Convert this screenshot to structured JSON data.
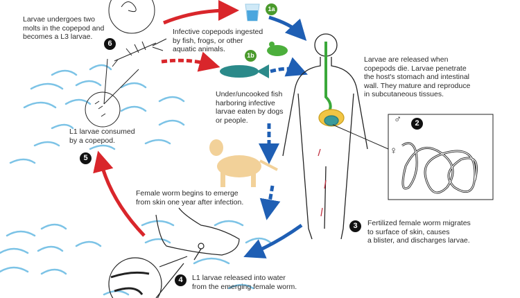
{
  "title": "Guinea worm life cycle",
  "steps": {
    "s6": {
      "num": "6",
      "text": "Larvae undergoes two\nmolts in the copepod and\nbecomes a L3 larvae."
    },
    "s1a": {
      "num": "1a"
    },
    "s1b": {
      "num": "1b"
    },
    "ingest": {
      "text": "Infective copepods ingested\nby fish, frogs, or other\naquatic animals."
    },
    "fish": {
      "text": "Under/uncooked fish\nharboring infective\nlarvae eaten by dogs\nor people."
    },
    "release": {
      "text": "Larvae are released when\ncopepods die. Larvae penetrate\nthe host's stomach and intestinal\nwall.  They mature and reproduce\nin subcutaneous tissues."
    },
    "s2": {
      "num": "2",
      "male": "♂",
      "female": "♀"
    },
    "s1": {
      "text": "L1 larvae consumed\nby a copepod."
    },
    "s5": {
      "num": "5"
    },
    "emerge": {
      "text": "Female worm begins to emerge\nfrom skin one year after infection."
    },
    "s3": {
      "num": "3",
      "text": "Fertilized female worm migrates\nto surface of skin, causes\na blister, and discharges larvae."
    },
    "s4": {
      "num": "4",
      "text": "L1 larvae released into water\nfrom the emerging female worm."
    }
  },
  "colors": {
    "red": "#d9262b",
    "blue": "#1f5fb4",
    "water": "#7cc3e6",
    "green": "#4a9a2c"
  }
}
